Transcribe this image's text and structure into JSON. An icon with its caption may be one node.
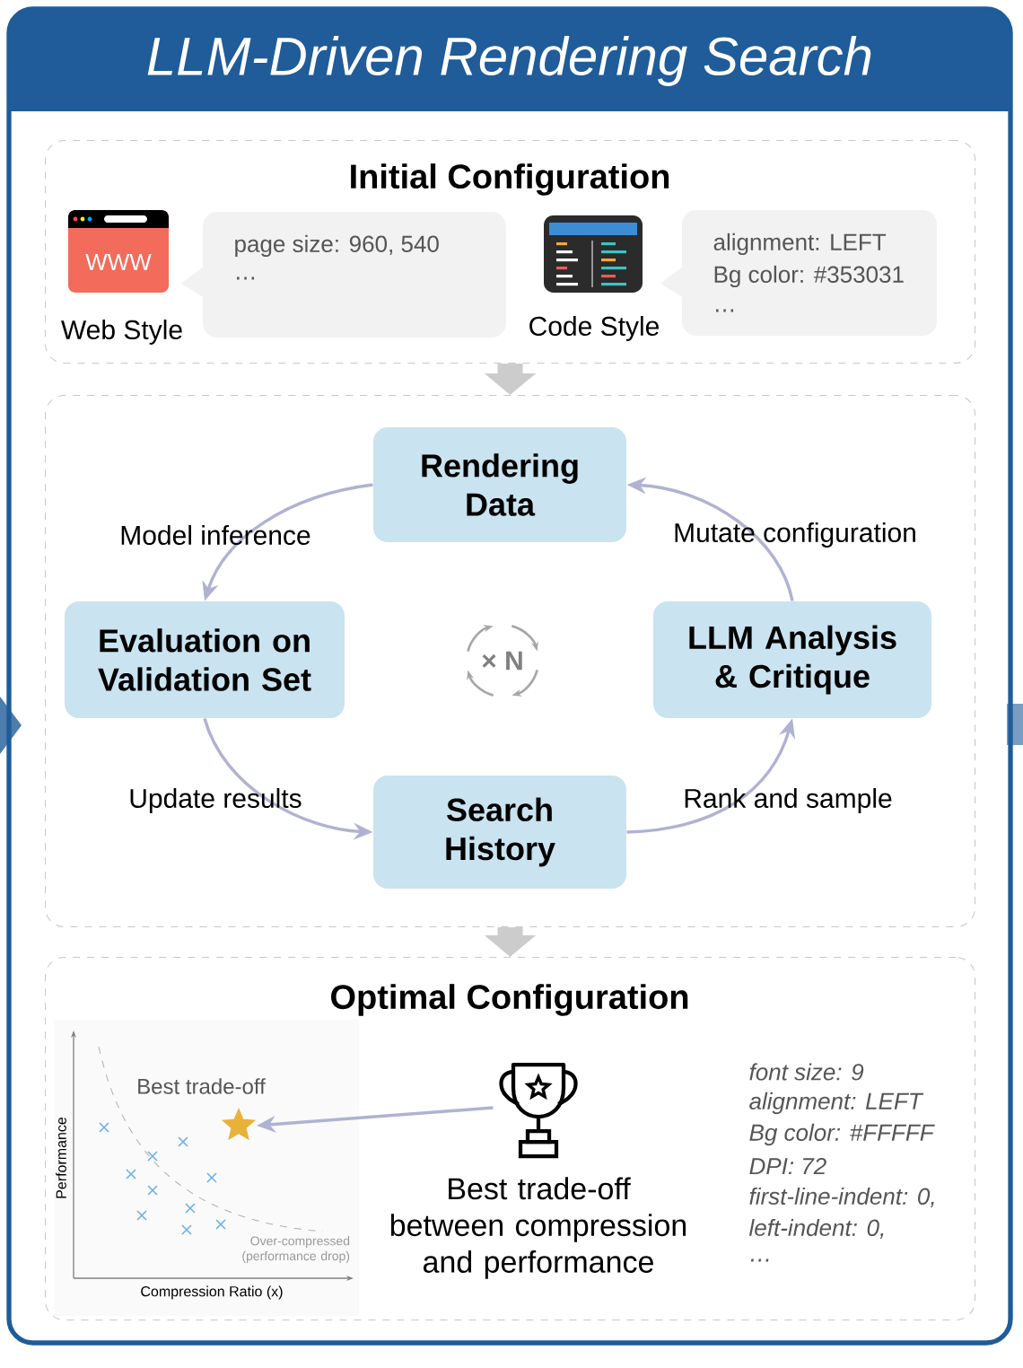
{
  "diagram": {
    "title": "LLM-Driven Rendering Search",
    "nodes": [
      {
        "text": [],
        "shape": "box"
      },
      {
        "text": [
          "Initial Configuration"
        ],
        "in": 0
      },
      {
        "text": [
          "Web Style"
        ],
        "in": 1
      },
      {
        "text": [
          "page size: 960, 540",
          "…"
        ],
        "in": 1
      },
      {
        "text": [
          "Code Style"
        ],
        "in": 1
      },
      {
        "text": [
          "alignment: LEFT",
          "Bg color: #353031",
          "…"
        ],
        "in": 1
      },
      {
        "text": [],
        "shape": "box",
        "in": 0
      },
      {
        "text": [
          "Rendering Data"
        ],
        "in": 6
      },
      {
        "text": [
          "Evaluation on Validation Set"
        ],
        "in": 6
      },
      {
        "text": [
          "LLM Analysis & Critique"
        ],
        "in": 6
      },
      {
        "text": [
          "Search History"
        ],
        "in": 6
      },
      {
        "text": [
          "Optimal Configuration"
        ],
        "in": 0
      },
      {
        "text": [],
        "shape": "star",
        "in": 11
      },
      {
        "text": [],
        "shape": "picture",
        "in": 11,
        "beside": [
          "Best trade-off between compression and performance"
        ]
      }
    ],
    "edges": [
      {
        "from": 7,
        "to": 8,
        "arrow": "to",
        "label": "Model inference"
      },
      {
        "from": 8,
        "to": 10,
        "arrow": "to",
        "label": "Update results"
      },
      {
        "from": 10,
        "to": 9,
        "arrow": "to",
        "label": "Rank and sample"
      },
      {
        "from": 9,
        "to": 7,
        "arrow": "to",
        "label": "Mutate configuration"
      },
      {
        "from": 1,
        "to": 6,
        "arrow": "to",
        "style": "thick",
        "color": "#cccccc"
      },
      {
        "from": 6,
        "to": 11,
        "arrow": "to",
        "style": "thick",
        "color": "#cccccc"
      },
      {
        "from": 13,
        "to": 12,
        "arrow": "to"
      }
    ],
    "labels": [
      "WWW",
      "× N",
      "Best trade-off",
      "Performance",
      "Compression Ratio (x)",
      "Over-compressed (performance drop)",
      "font size: 9",
      "alignment: LEFT",
      "Bg color: #FFFFF",
      "DPI: 72",
      "first-line-indent: 0,",
      "left-indent: 0,",
      "…"
    ]
  }
}
